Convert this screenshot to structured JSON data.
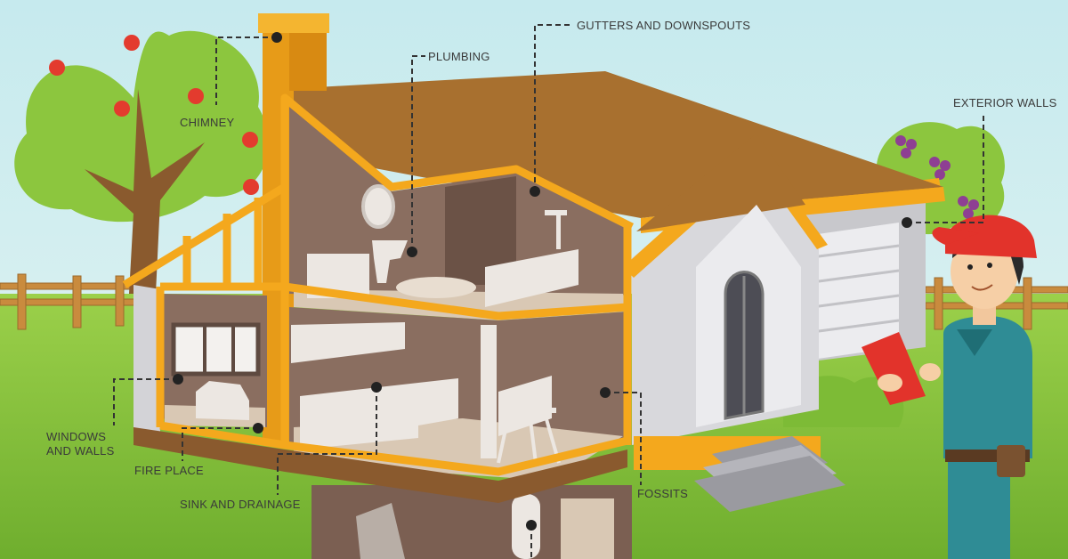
{
  "labels": {
    "chimney": "CHIMNEY",
    "plumbing": "PLUMBING",
    "gutters": "GUTTERS AND DOWNSPOUTS",
    "exterior_walls": "EXTERIOR WALLS",
    "windows_line1": "WINDOWS",
    "windows_line2": "AND WALLS",
    "fire_place": "FIRE PLACE",
    "sink_drainage": "SINK AND DRAINAGE",
    "fossits": "FOSSITS"
  },
  "colors": {
    "sky": "#bfe6ea",
    "grass": "#8cc63e",
    "roof": "#a8702f",
    "frame": "#f4a81d",
    "interior_wall": "#8a6e60",
    "floor": "#d9c8b4",
    "furniture": "#ece7e2",
    "exterior_wall": "#d5d5d8",
    "leader_line": "#333333"
  }
}
